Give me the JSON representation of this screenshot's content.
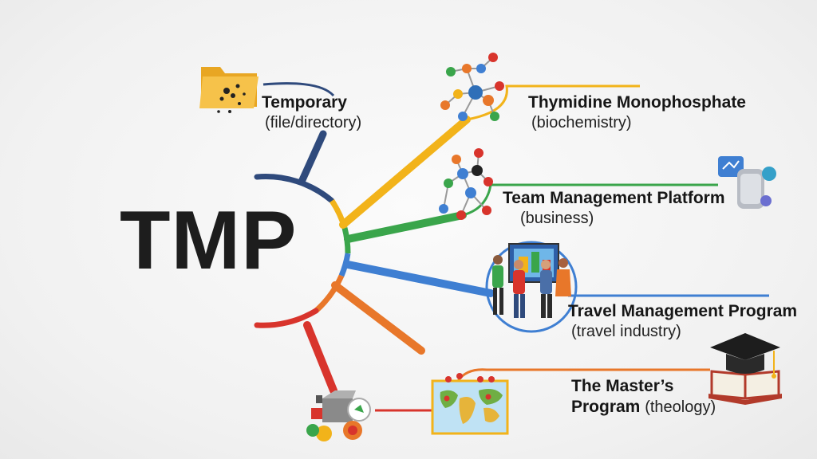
{
  "center": {
    "acronym": "TMP"
  },
  "branches": [
    {
      "id": "temporary",
      "title": "Temporary",
      "subtitle": "(file/directory)",
      "color": "#2f4a7c",
      "icon": "folder-icon"
    },
    {
      "id": "thymidine",
      "title": "Thymidine Monophosphate",
      "subtitle": "(biochemistry)",
      "color": "#f2b31a",
      "icon": "molecule-icon"
    },
    {
      "id": "team",
      "title": "Team Management Platform",
      "subtitle": "(business)",
      "color": "#3aa54b",
      "icon": "molecule-icon"
    },
    {
      "id": "travel",
      "title": "Travel Management Program",
      "subtitle": "(travel industry)",
      "color": "#3f7fd2",
      "icon": "presentation-team-icon"
    },
    {
      "id": "masters",
      "title_line1": "The Master’s",
      "title_line2": "Program",
      "subtitle": "(theology)",
      "color": "#e8772a",
      "icon": "graduation-cap-book-icon"
    }
  ],
  "colors": {
    "navy": "#2f4a7c",
    "yellow": "#f2b31a",
    "green": "#3aa54b",
    "blue": "#3f7fd2",
    "orange": "#e8772a",
    "red": "#d8342c",
    "background": "#f3f3f3"
  },
  "icons": [
    "folder-icon",
    "molecule-icon",
    "server-chat-icon",
    "presentation-team-icon",
    "graduation-cap-book-icon",
    "world-map-icon",
    "misc-tools-icon"
  ]
}
